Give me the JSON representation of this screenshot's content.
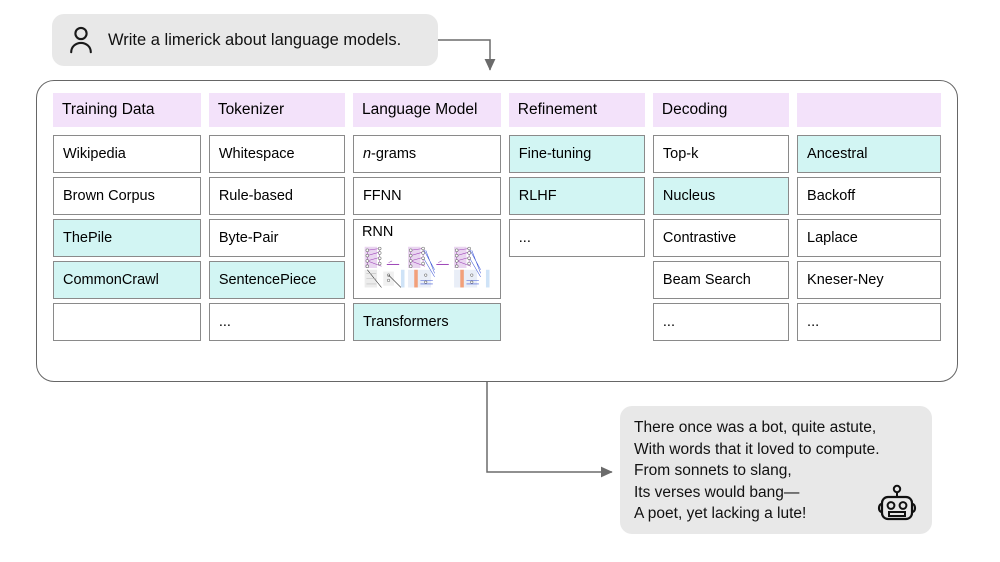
{
  "user_message": {
    "icon": "user-icon",
    "text": "Write a limerick about language models."
  },
  "pipeline": {
    "columns": [
      {
        "header": "Training Data",
        "cells": [
          {
            "label": "Wikipedia",
            "highlighted": false
          },
          {
            "label": "Brown Corpus",
            "highlighted": false
          },
          {
            "label": "ThePile",
            "highlighted": true
          },
          {
            "label": "CommonCrawl",
            "highlighted": true
          },
          {
            "label": "",
            "highlighted": false
          }
        ]
      },
      {
        "header": "Tokenizer",
        "cells": [
          {
            "label": "Whitespace",
            "highlighted": false
          },
          {
            "label": "Rule-based",
            "highlighted": false
          },
          {
            "label": "Byte-Pair",
            "highlighted": false
          },
          {
            "label": "SentencePiece",
            "highlighted": true
          },
          {
            "label": "...",
            "highlighted": false
          }
        ]
      },
      {
        "header": "Language Model",
        "cells": [
          {
            "label": "n-grams",
            "highlighted": false,
            "italic_first": true
          },
          {
            "label": "FFNN",
            "highlighted": false
          },
          {
            "label": "RNN",
            "highlighted": false,
            "thumbnail": "rnn-unrolled-diagram"
          },
          {
            "label": "Transformers",
            "highlighted": true
          }
        ]
      },
      {
        "header": "Refinement",
        "cells": [
          {
            "label": "Fine-tuning",
            "highlighted": true
          },
          {
            "label": "RLHF",
            "highlighted": true
          },
          {
            "label": "...",
            "highlighted": false
          }
        ]
      },
      {
        "header": "Decoding",
        "cells": [
          {
            "label": "Top-k",
            "highlighted": false
          },
          {
            "label": "Nucleus",
            "highlighted": true
          },
          {
            "label": "Contrastive",
            "highlighted": false
          },
          {
            "label": "Beam Search",
            "highlighted": false
          },
          {
            "label": "...",
            "highlighted": false
          }
        ]
      },
      {
        "header": "",
        "cells": [
          {
            "label": "Ancestral",
            "highlighted": true
          },
          {
            "label": "Backoff",
            "highlighted": false
          },
          {
            "label": "Laplace",
            "highlighted": false
          },
          {
            "label": "Kneser-Ney",
            "highlighted": false
          },
          {
            "label": "...",
            "highlighted": false
          }
        ]
      }
    ]
  },
  "assistant_message": {
    "icon": "robot-icon",
    "text": "There once was a bot, quite astute,\nWith words that it loved to compute.\nFrom sonnets to slang,\nIts verses would bang—\nA poet, yet lacking a lute!"
  },
  "colors": {
    "header_bg": "#f3e2fa",
    "highlight_bg": "#d2f5f3",
    "bubble_bg": "#e8e8e8",
    "cell_border": "#8a8a8a",
    "container_border": "#666666",
    "connector": "#6b6b6b"
  }
}
